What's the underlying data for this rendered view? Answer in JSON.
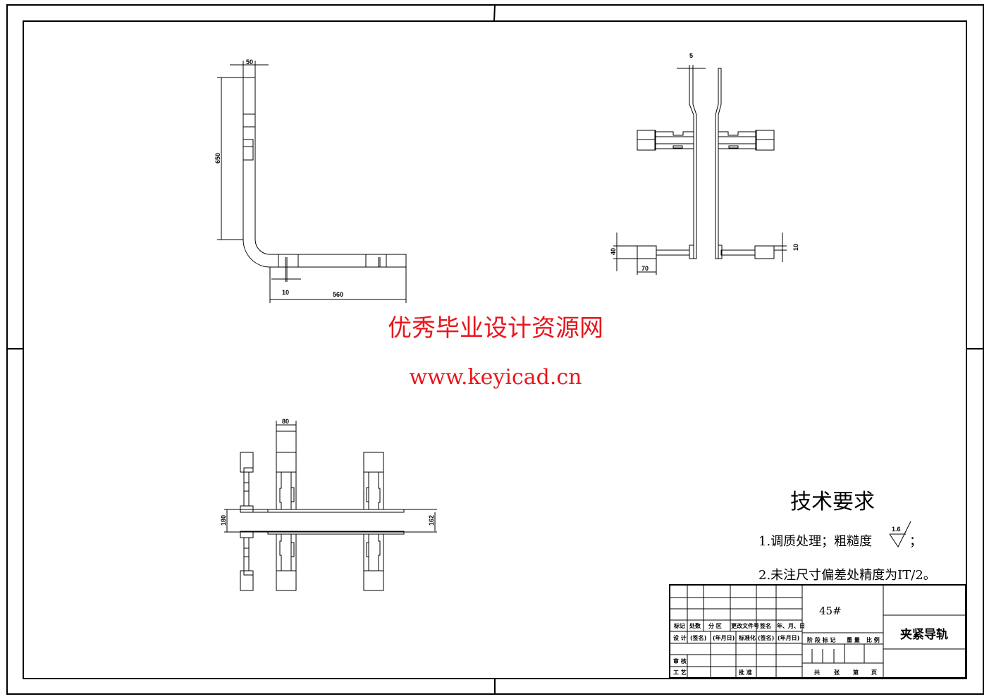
{
  "drawing": {
    "title": "夹紧导轨",
    "material": "45#"
  },
  "views": {
    "side_view": {
      "dims": [
        "50",
        "650",
        "10",
        "560"
      ]
    },
    "front_view": {
      "dims": [
        "5",
        "40",
        "70",
        "10"
      ]
    },
    "top_view": {
      "dims": [
        "80",
        "180",
        "162"
      ]
    }
  },
  "watermark": {
    "line1": "优秀毕业设计资源网",
    "line2": "www.keyicad.cn"
  },
  "tech_requirements": {
    "heading": "技术要求",
    "item1": "1.调质处理；粗糙度",
    "roughness": "1.6",
    "item1_end": "；",
    "item2": "2.未注尺寸偏差处精度为IT/2。"
  },
  "title_block": {
    "row_labels": [
      "标记",
      "处数",
      "分 区",
      "更改文件号",
      "签名",
      "年、月、日"
    ],
    "design_row": [
      "设 计",
      "(签名)",
      "(年月日)",
      "标准化",
      "(签名)",
      "(年月日)"
    ],
    "review": "审 核",
    "process": "工 艺",
    "approve": "批 准",
    "stage_row": [
      "阶 段 标 记",
      "重 量",
      "比 例"
    ],
    "sheet_row": [
      "共",
      "张",
      "第",
      "页"
    ]
  }
}
